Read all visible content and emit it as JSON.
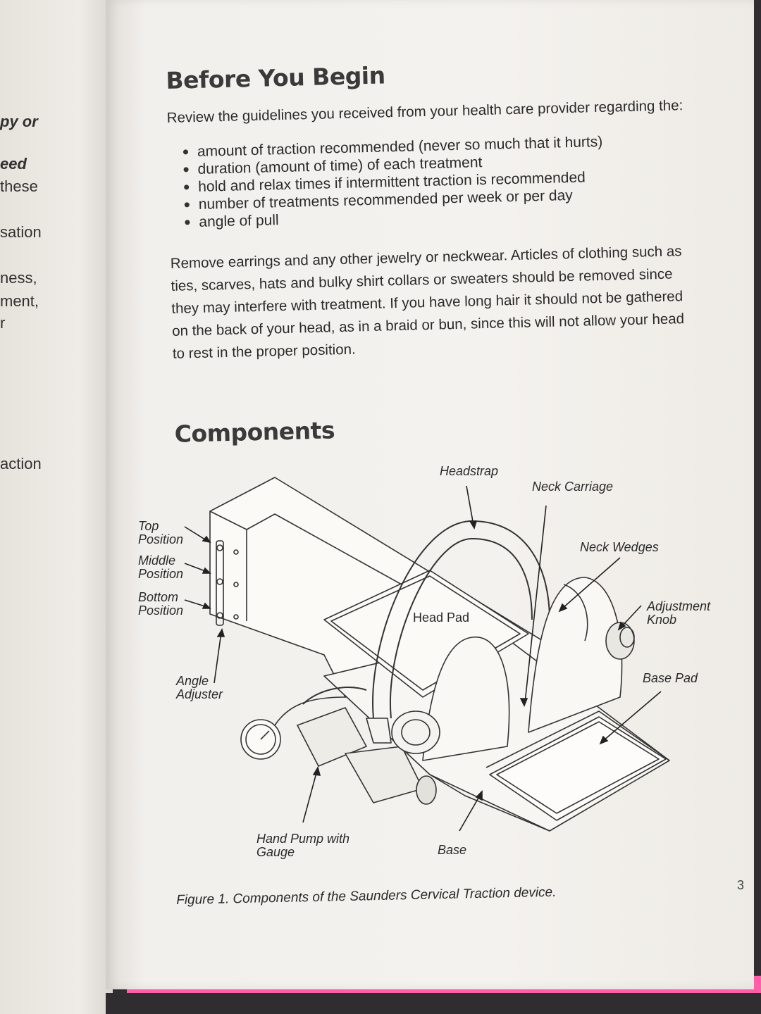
{
  "left_page": {
    "fragments": [
      "py or",
      "eed",
      "these",
      "sation",
      "ness,",
      "ment,",
      "r",
      "action"
    ]
  },
  "before": {
    "title": "Before You Begin",
    "intro": "Review the guidelines you received from your health care provider regarding the:",
    "bullets": [
      "amount of traction recommended (never so much that it hurts)",
      "duration (amount of time) of each treatment",
      "hold and relax times if intermittent traction is recommended",
      "number of treatments recommended per week or per day",
      "angle of pull"
    ],
    "paragraph": "Remove earrings and any other jewelry or neckwear. Articles of clothing such as ties, scarves, hats and bulky shirt collars or sweaters should be removed since they may interfere with treatment. If you have long hair it should not be gathered on the back of your head, as in a braid or bun, since this will not allow your head to rest in the proper position."
  },
  "components": {
    "title": "Components",
    "labels": {
      "headstrap": "Headstrap",
      "neck_carriage": "Neck Carriage",
      "neck_wedges": "Neck Wedges",
      "top_position": "Top\nPosition",
      "middle_position": "Middle\nPosition",
      "bottom_position": "Bottom\nPosition",
      "head_pad": "Head Pad",
      "adjustment_knob": "Adjustment\nKnob",
      "base_pad": "Base Pad",
      "angle_adjuster": "Angle\nAdjuster",
      "hand_pump": "Hand Pump with\nGauge",
      "base": "Base"
    },
    "caption": "Figure 1. Components of the Saunders Cervical Traction device."
  },
  "page_number": "3",
  "colors": {
    "page": "#f4f2ee",
    "ink": "#2a2a2a",
    "edge": "#ff5fa8",
    "background": "#2f2d30"
  }
}
